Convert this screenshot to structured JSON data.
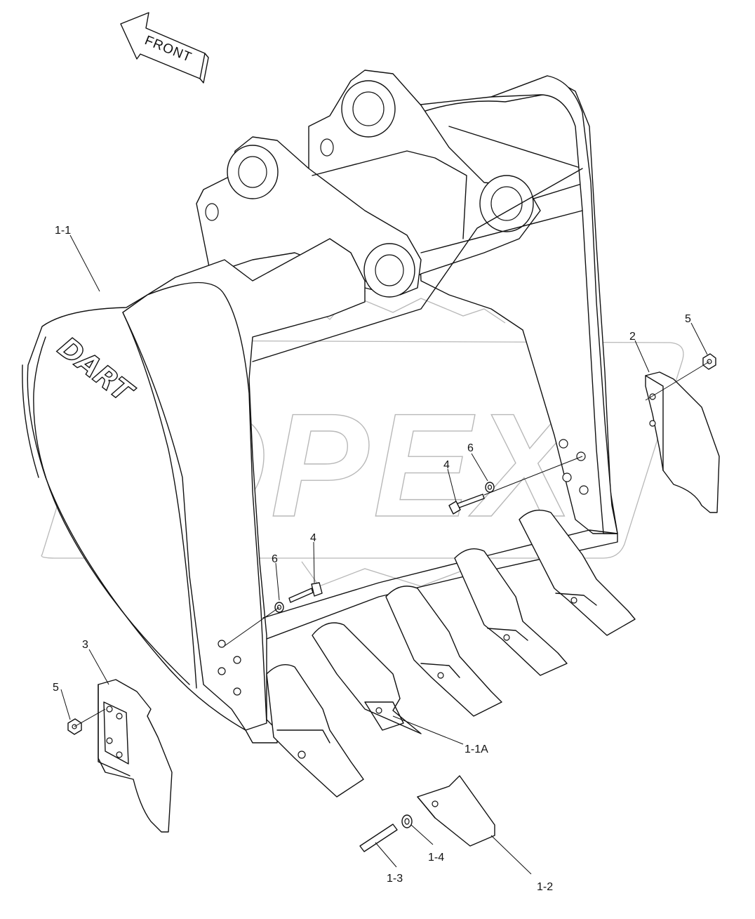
{
  "direction": {
    "label": "FRONT"
  },
  "watermark": {
    "text": "OPEX"
  },
  "logo": {
    "text": "DART"
  },
  "callouts": [
    {
      "id": "bucket",
      "label": "1-1"
    },
    {
      "id": "adapter",
      "label": "1-1A"
    },
    {
      "id": "tooth",
      "label": "1-2"
    },
    {
      "id": "pin",
      "label": "1-3"
    },
    {
      "id": "washer-pin",
      "label": "1-4"
    },
    {
      "id": "side-cutter-right",
      "label": "2"
    },
    {
      "id": "side-cutter-left",
      "label": "3"
    },
    {
      "id": "bolt-upper",
      "label": "4"
    },
    {
      "id": "bolt-lower",
      "label": "4"
    },
    {
      "id": "nut-right",
      "label": "5"
    },
    {
      "id": "nut-left",
      "label": "5"
    },
    {
      "id": "washer-upper",
      "label": "6"
    },
    {
      "id": "washer-lower",
      "label": "6"
    }
  ],
  "colors": {
    "line": "#111111",
    "watermark": "#b8b8b8",
    "background": "#ffffff"
  }
}
